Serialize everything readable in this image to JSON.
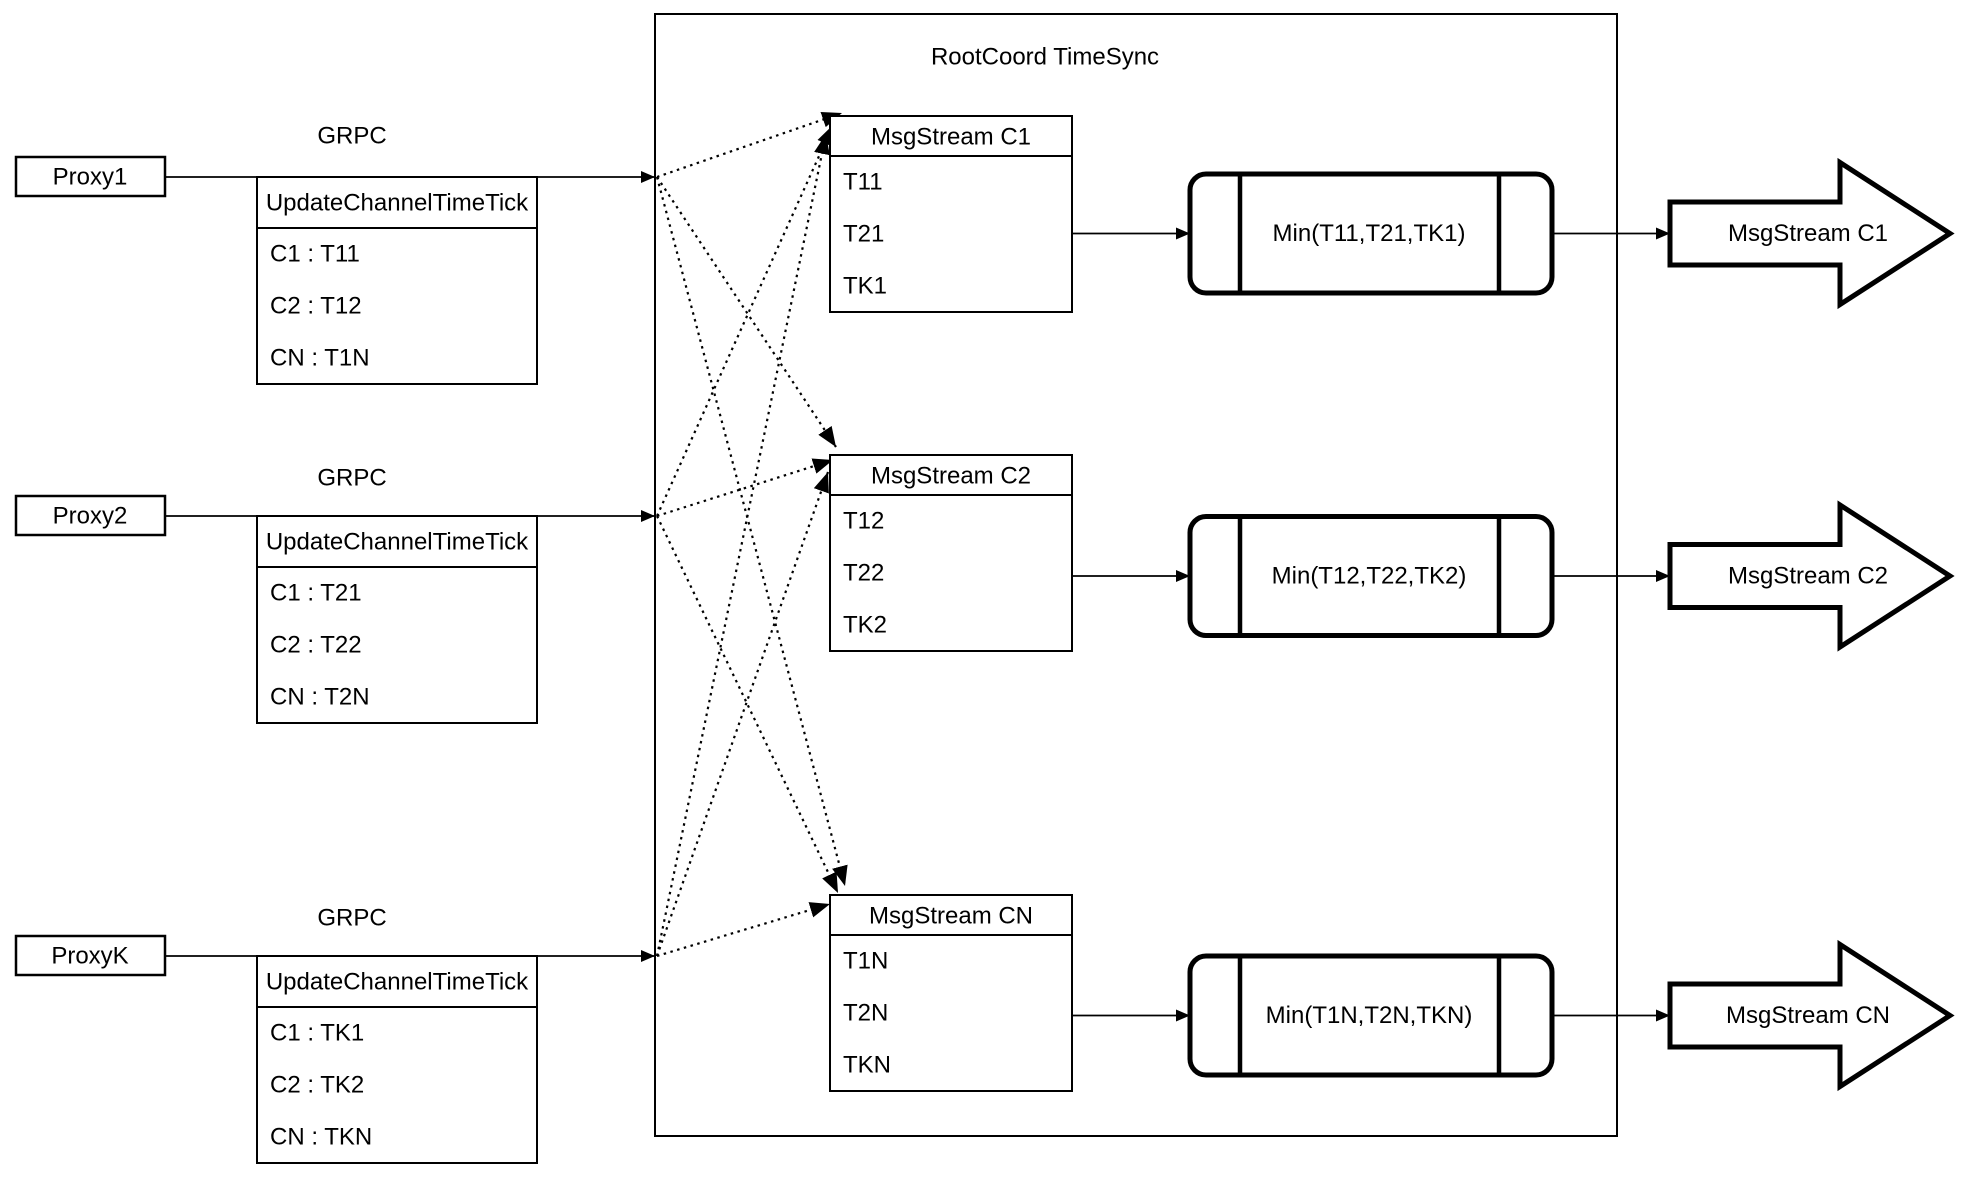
{
  "diagram": {
    "title": "RootCoord TimeSync",
    "colors": {
      "stroke": "#000000",
      "background": "#ffffff"
    },
    "proxies": [
      {
        "name": "Proxy1",
        "grpc_label": "GRPC",
        "message_title": "UpdateChannelTimeTick",
        "fields": [
          "C1 : T11",
          "C2 : T12",
          "CN : T1N"
        ]
      },
      {
        "name": "Proxy2",
        "grpc_label": "GRPC",
        "message_title": "UpdateChannelTimeTick",
        "fields": [
          "C1 : T21",
          "C2 : T22",
          "CN : T2N"
        ]
      },
      {
        "name": "ProxyK",
        "grpc_label": "GRPC",
        "message_title": "UpdateChannelTimeTick",
        "fields": [
          "C1 : TK1",
          "C2 : TK2",
          "CN : TKN"
        ]
      }
    ],
    "streams": [
      {
        "title": "MsgStream C1",
        "timestamps": [
          "T11",
          "T21",
          "TK1"
        ],
        "min_label": "Min(T11,T21,TK1)",
        "output_label": "MsgStream C1"
      },
      {
        "title": "MsgStream C2",
        "timestamps": [
          "T12",
          "T22",
          "TK2"
        ],
        "min_label": "Min(T12,T22,TK2)",
        "output_label": "MsgStream C2"
      },
      {
        "title": "MsgStream CN",
        "timestamps": [
          "T1N",
          "T2N",
          "TKN"
        ],
        "min_label": "Min(T1N,T2N,TKN)",
        "output_label": "MsgStream CN"
      }
    ]
  }
}
